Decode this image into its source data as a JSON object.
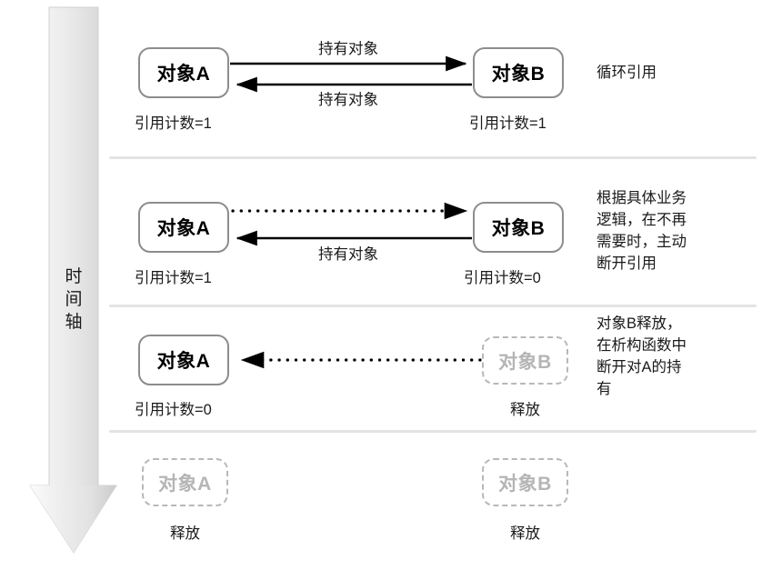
{
  "timeline": {
    "label_chars": [
      "时",
      "间",
      "轴"
    ],
    "direction": "down"
  },
  "rows": [
    {
      "id": "row-1-cycle",
      "left_box": {
        "label": "对象A",
        "state": "alive"
      },
      "left_caption": "引用计数=1",
      "right_box": {
        "label": "对象B",
        "state": "alive"
      },
      "right_caption": "引用计数=1",
      "edges": [
        {
          "label": "持有对象",
          "style": "solid",
          "direction": "right"
        },
        {
          "label": "持有对象",
          "style": "solid",
          "direction": "left"
        }
      ],
      "annotation_lines": [
        "循环引用"
      ]
    },
    {
      "id": "row-2-break",
      "left_box": {
        "label": "对象A",
        "state": "alive"
      },
      "left_caption": "引用计数=1",
      "right_box": {
        "label": "对象B",
        "state": "alive"
      },
      "right_caption": "引用计数=0",
      "edges": [
        {
          "label": "",
          "style": "dotted",
          "direction": "right"
        },
        {
          "label": "持有对象",
          "style": "solid",
          "direction": "left"
        }
      ],
      "annotation_lines": [
        "根据具体业务",
        "逻辑，在不再",
        "需要时，主动",
        "断开引用"
      ]
    },
    {
      "id": "row-3-b-released",
      "left_box": {
        "label": "对象A",
        "state": "alive"
      },
      "left_caption": "引用计数=0",
      "right_box": {
        "label": "对象B",
        "state": "released"
      },
      "right_caption": "释放",
      "edges": [
        {
          "label": "",
          "style": "dotted",
          "direction": "left"
        }
      ],
      "annotation_lines": [
        "对象B释放，",
        "在析构函数中",
        "断开对A的持",
        "有"
      ]
    },
    {
      "id": "row-4-both-released",
      "left_box": {
        "label": "对象A",
        "state": "released"
      },
      "left_caption": "释放",
      "right_box": {
        "label": "对象B",
        "state": "released"
      },
      "right_caption": "释放",
      "edges": [],
      "annotation_lines": []
    }
  ],
  "colors": {
    "box_border": "#8d8d8d",
    "box_border_released": "#b8b8b8",
    "text": "#1a1a1a",
    "text_released": "#b5b5b5",
    "divider": "#e2e4e6",
    "arrow": "#000000",
    "timeline_fill_start": "#fcfcfc",
    "timeline_fill_end": "#d8d8d8"
  }
}
